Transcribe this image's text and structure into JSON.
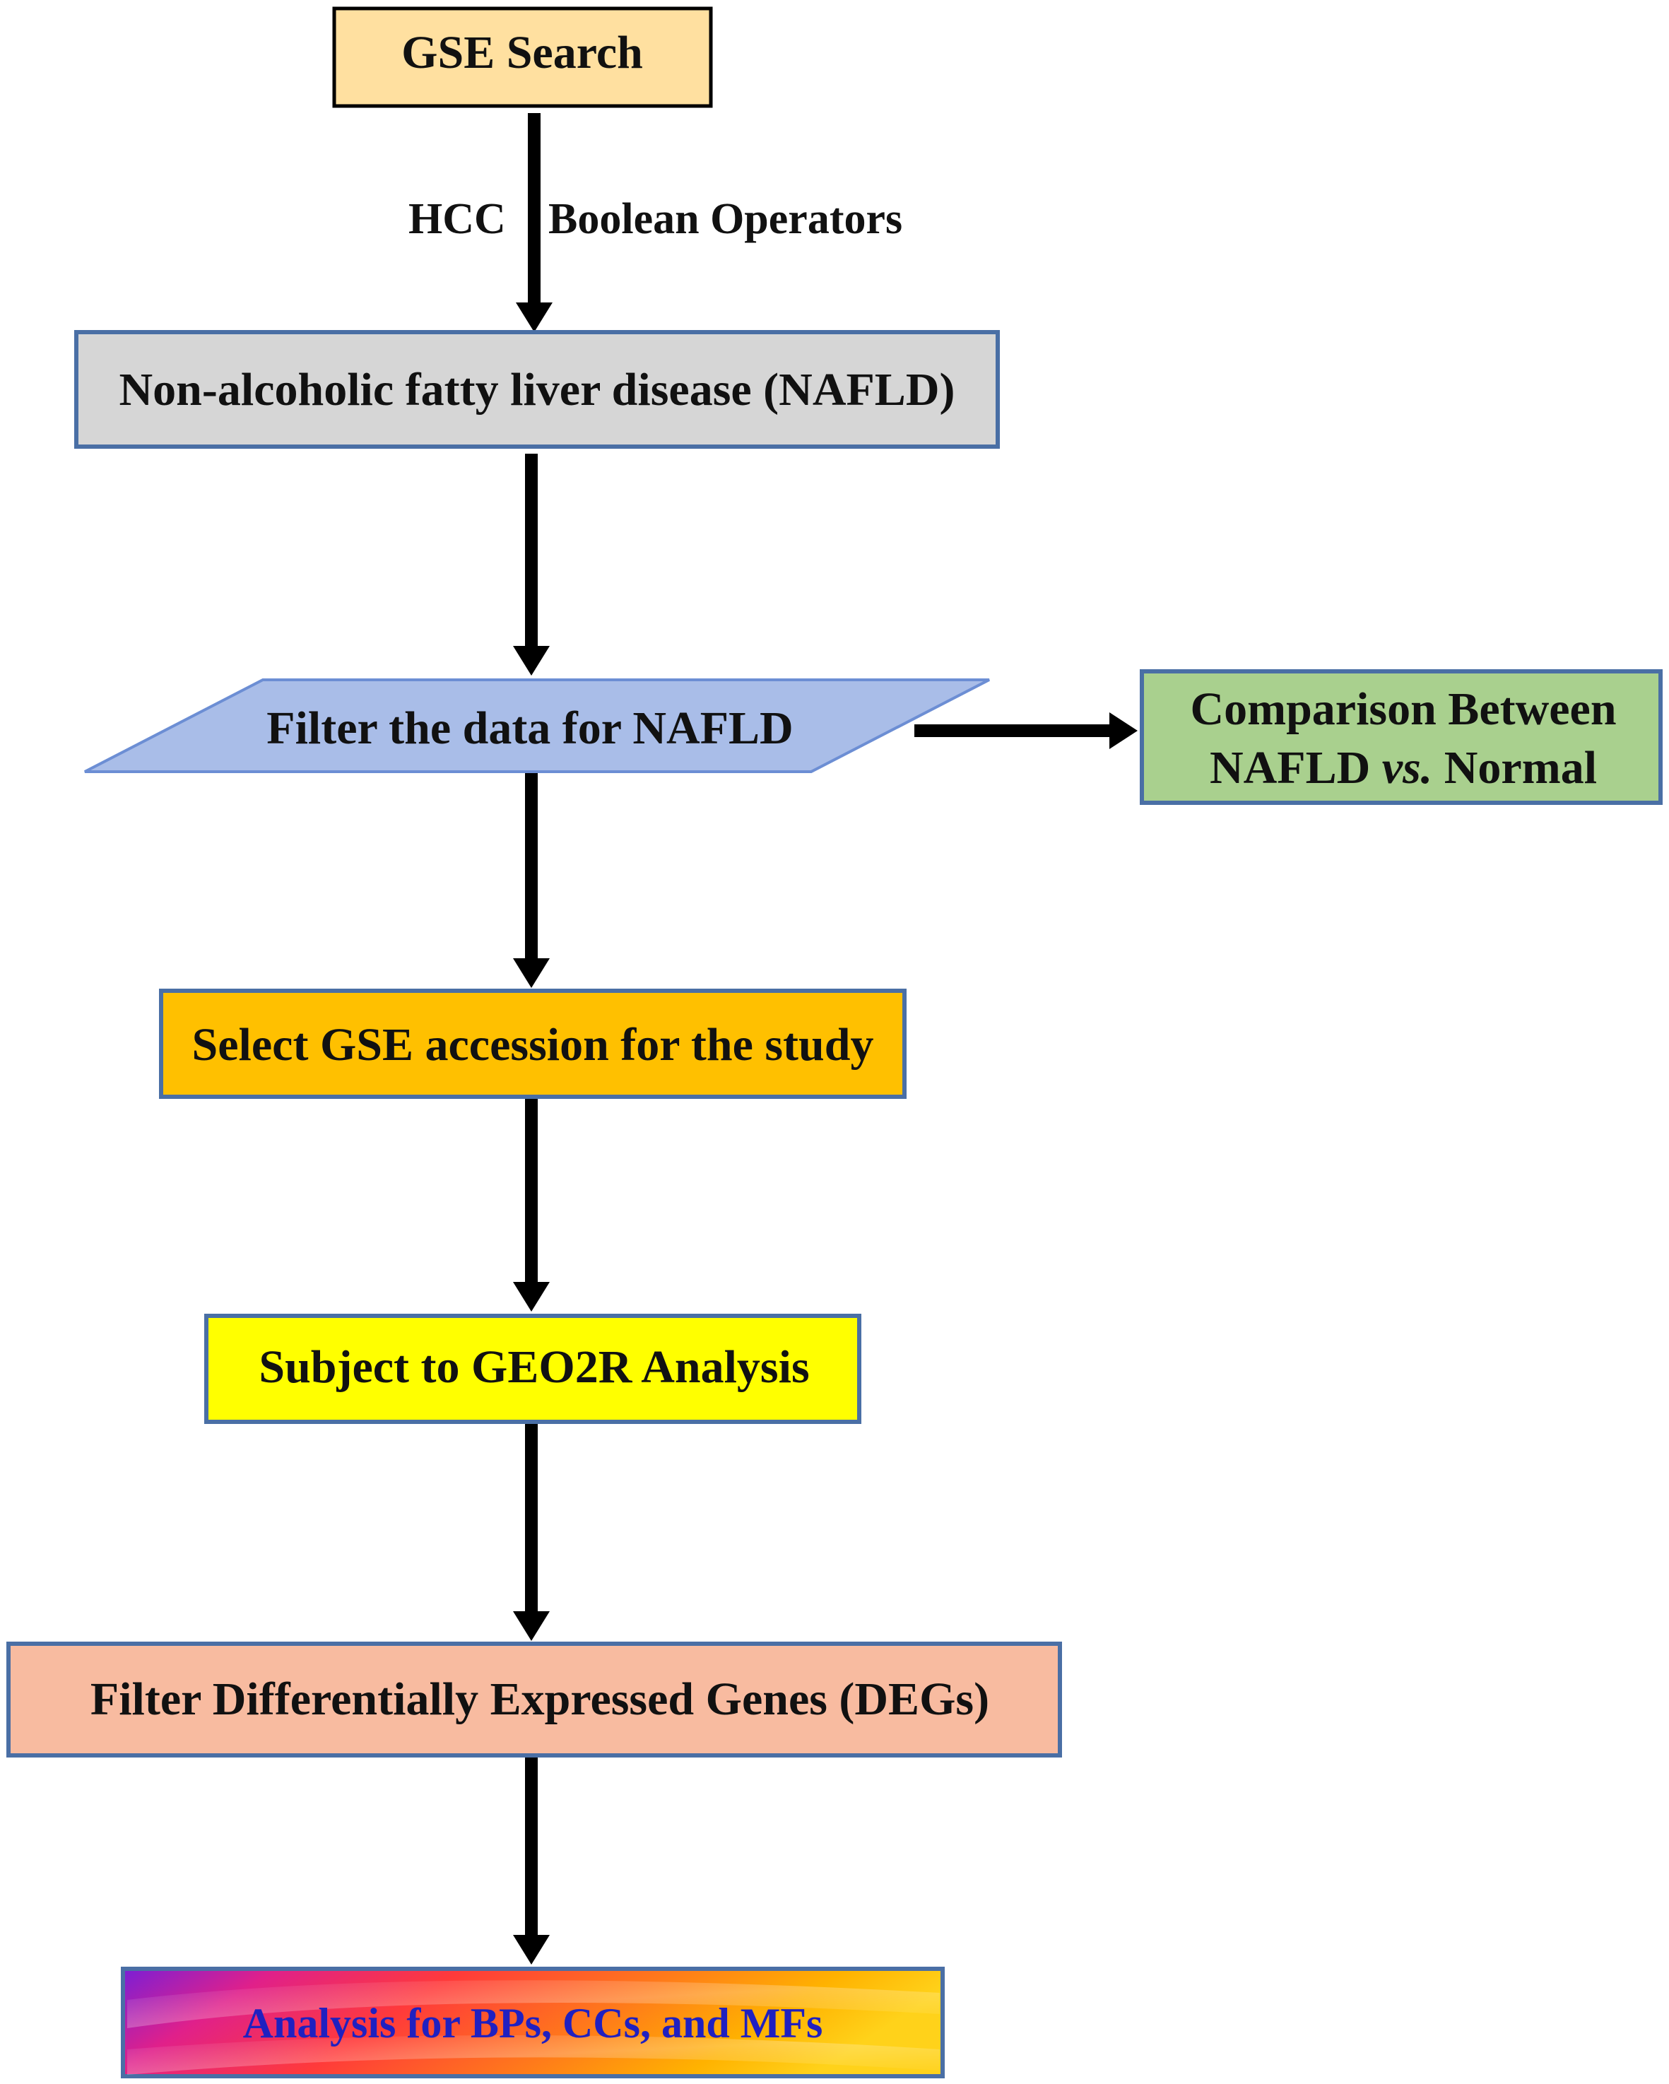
{
  "nodes": {
    "gse_search": {
      "label": "GSE Search",
      "fill": "#ffe0a0"
    },
    "nafld": {
      "label": "Non-alcoholic fatty liver disease (NAFLD)",
      "fill": "#d6d6d6"
    },
    "filter_nafld": {
      "label": "Filter the data for NAFLD",
      "fill": "#a9bde8"
    },
    "comparison": {
      "line1": "Comparison Between",
      "line2_part1": "NAFLD ",
      "line2_italic": "vs.",
      "line2_part2": " Normal",
      "fill": "#a9d08e"
    },
    "select_gse": {
      "label": "Select GSE accession for the study",
      "fill": "#ffc000"
    },
    "geo2r": {
      "label": "Subject to GEO2R Analysis",
      "fill": "#ffff00"
    },
    "filter_degs": {
      "label": "Filter Differentially Expressed Genes (DEGs)",
      "fill": "#f8bba0"
    },
    "analysis": {
      "label": "Analysis for BPs, CCs, and MFs",
      "text_color": "#2020c0"
    }
  },
  "edge_labels": {
    "search_left": "HCC",
    "search_right": "Boolean Operators"
  },
  "colors": {
    "border": "#4a6fa5",
    "arrow": "#000000"
  }
}
